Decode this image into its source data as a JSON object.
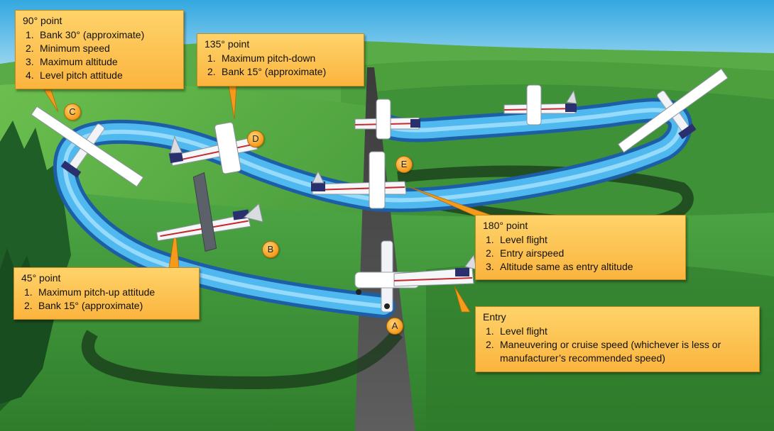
{
  "callouts": {
    "p90": {
      "title": "90° point",
      "items": [
        {
          "num": "1.",
          "text": "Bank 30° (approximate)"
        },
        {
          "num": "2.",
          "text": "Minimum speed"
        },
        {
          "num": "3.",
          "text": "Maximum altitude"
        },
        {
          "num": "4.",
          "text": "Level pitch attitude"
        }
      ]
    },
    "p135": {
      "title": "135° point",
      "items": [
        {
          "num": "1.",
          "text": "Maximum pitch-down"
        },
        {
          "num": "2.",
          "text": "Bank 15° (approximate)"
        }
      ]
    },
    "p180": {
      "title": "180° point",
      "items": [
        {
          "num": "1.",
          "text": "Level flight"
        },
        {
          "num": "2.",
          "text": "Entry airspeed"
        },
        {
          "num": "3.",
          "text": "Altitude same as entry altitude"
        }
      ]
    },
    "p45": {
      "title": "45° point",
      "items": [
        {
          "num": "1.",
          "text": "Maximum pitch-up attitude"
        },
        {
          "num": "2.",
          "text": "Bank 15° (approximate)"
        }
      ]
    },
    "entry": {
      "title": "Entry",
      "items": [
        {
          "num": "1.",
          "text": "Level flight"
        },
        {
          "num": "2.",
          "text": "Maneuvering or cruise speed (whichever is less or manufacturer’s recommended speed)"
        }
      ]
    }
  },
  "markers": {
    "a": "A",
    "b": "B",
    "c": "C",
    "d": "D",
    "e": "E"
  },
  "colors": {
    "sky": "#6fc3ea",
    "grass": "#3f9a3a",
    "runway": "#4e4e4e",
    "path": "#3aa9e6",
    "callout": "#fcc24f",
    "marker": "#f7a21f"
  }
}
